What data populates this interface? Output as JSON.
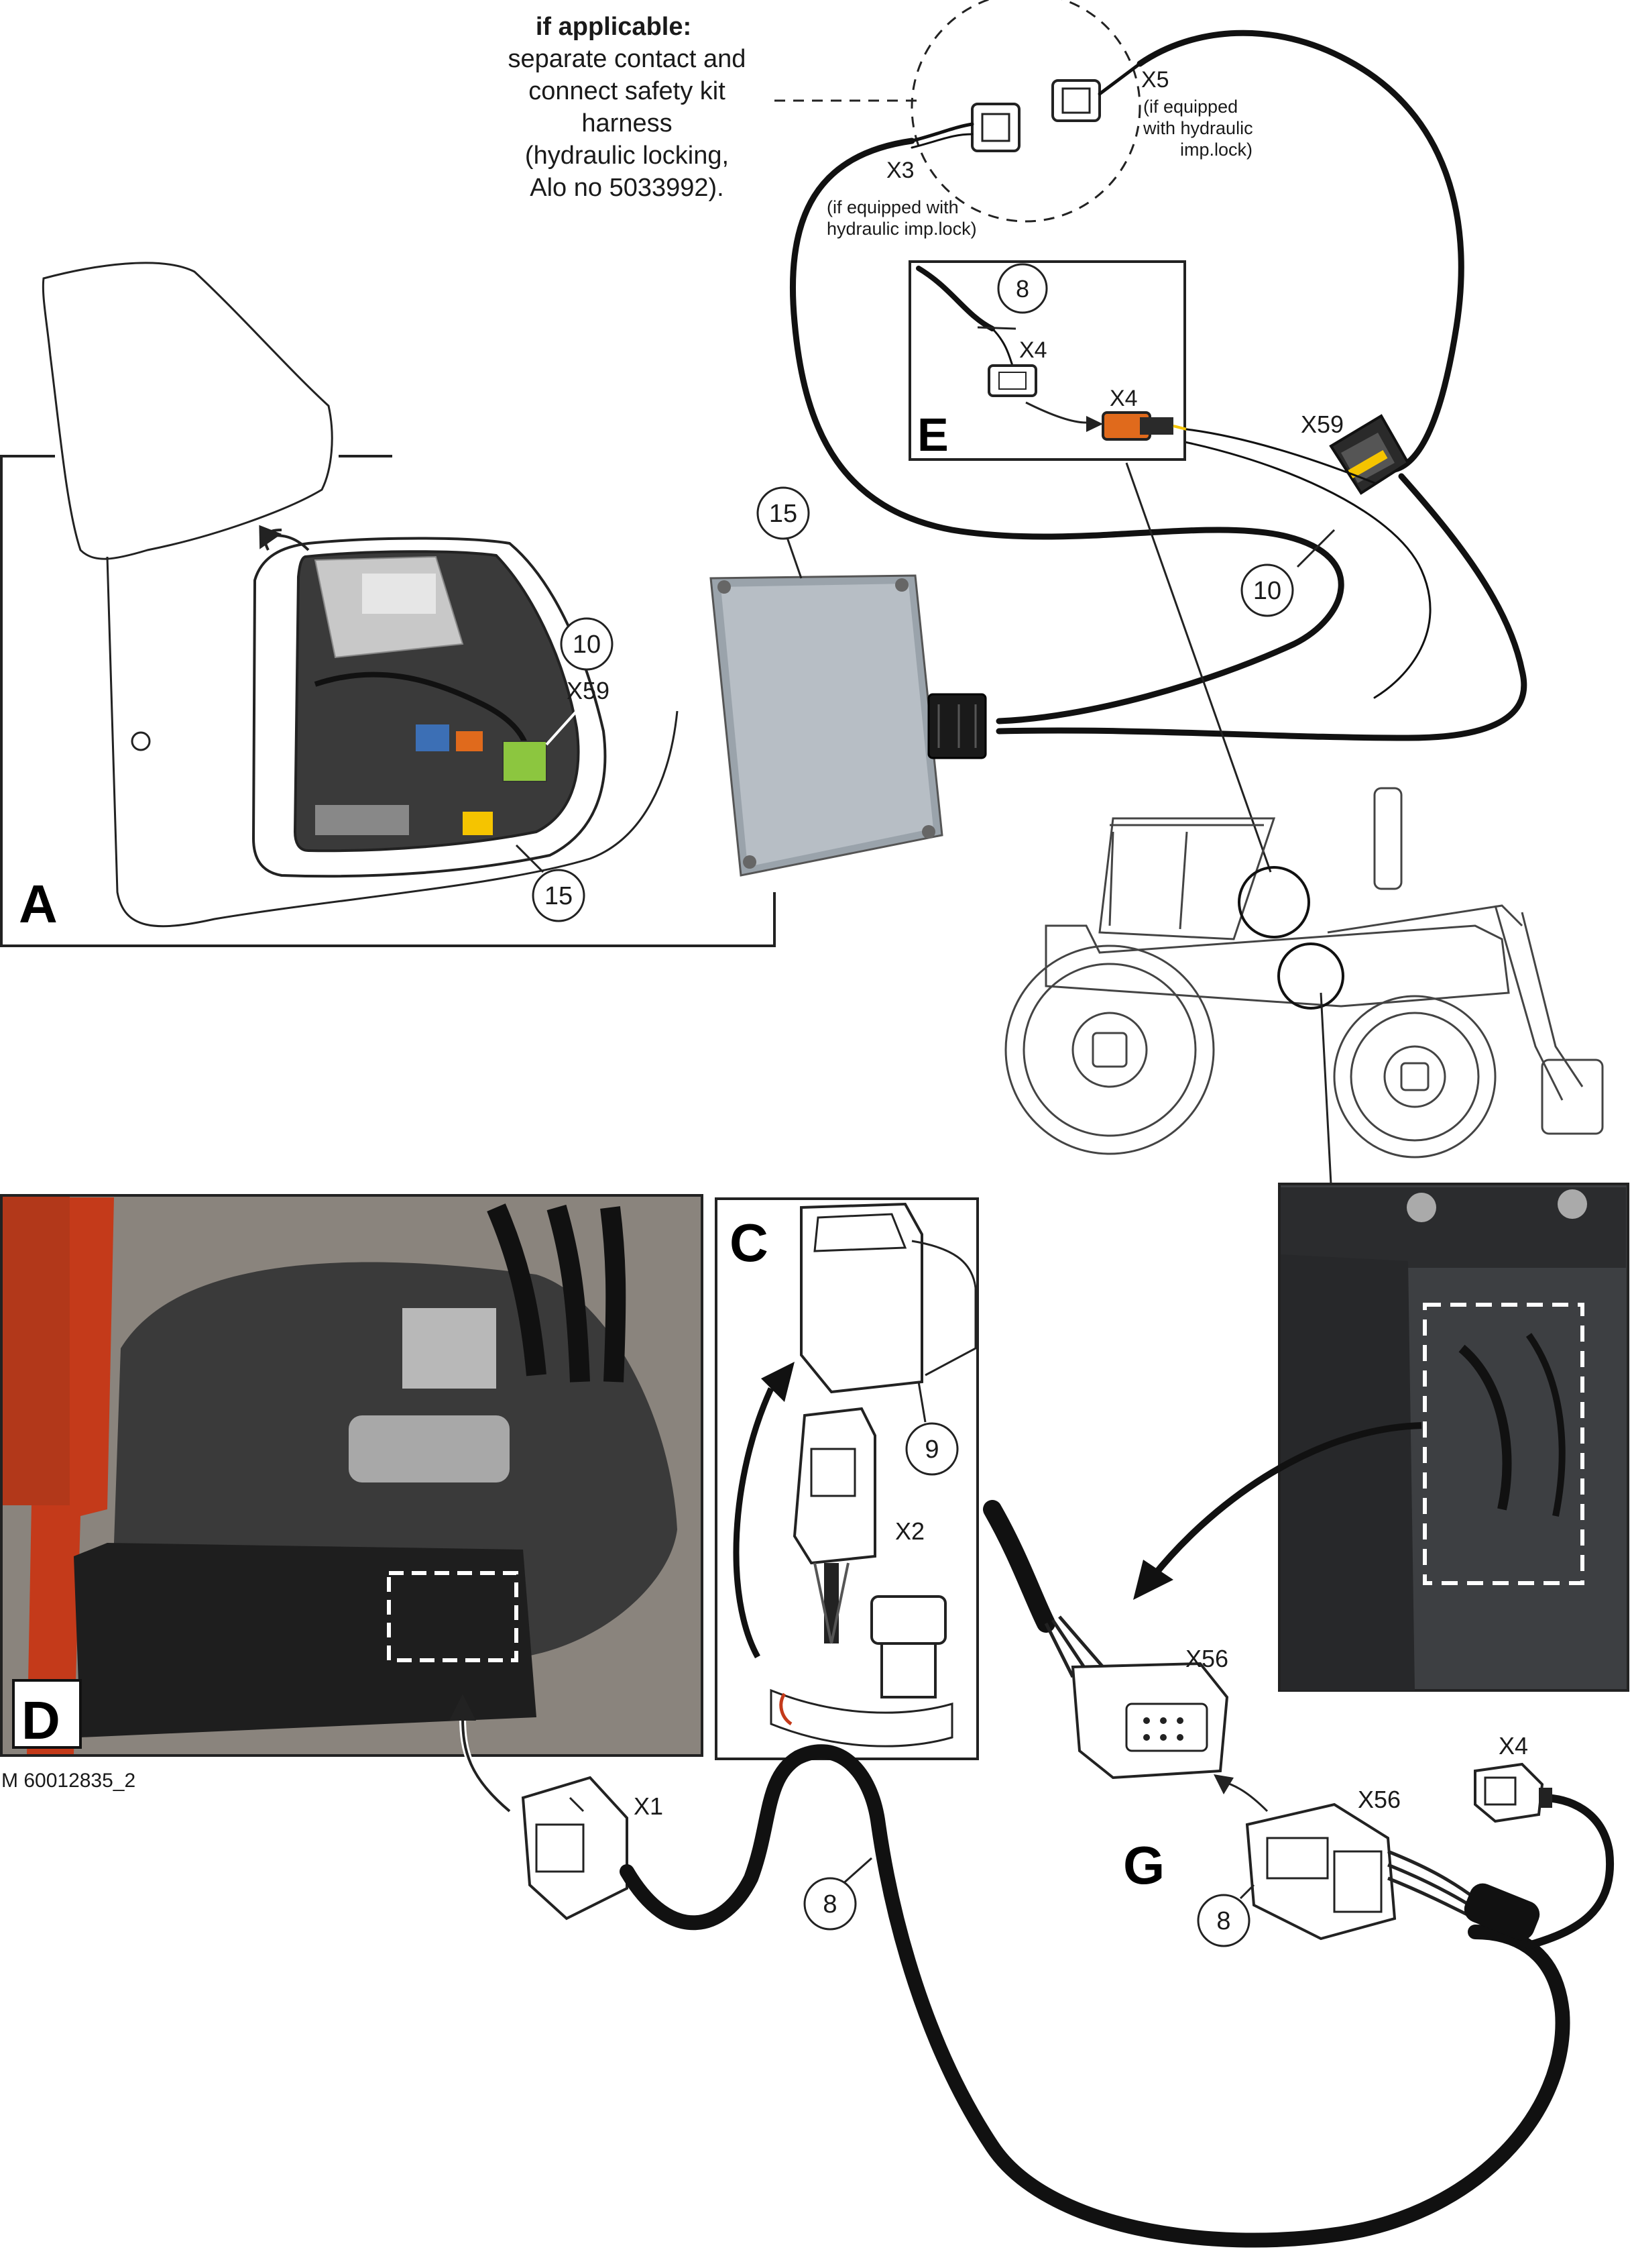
{
  "note": {
    "heading": "if applicable:",
    "lines": [
      "separate contact and",
      "connect safety kit",
      "harness",
      "(hydraulic locking,",
      "Alo no 5033992)."
    ]
  },
  "connectors": {
    "x3": "X3",
    "x3_note": "(if equipped with",
    "x3_note2": "hydraulic imp.lock)",
    "x5": "X5",
    "x5_note1": "(if equipped",
    "x5_note2": "with hydraulic",
    "x5_note3": "imp.lock)",
    "x4_top": "X4",
    "x4_mid": "X4",
    "x59_main": "X59",
    "x59_a": "X59",
    "x1": "X1",
    "x2": "X2",
    "x56_top": "X56",
    "x56_bottom": "X56",
    "x4_bottom": "X4"
  },
  "panels": {
    "a": "A",
    "c": "C",
    "d": "D",
    "e": "E",
    "g": "G"
  },
  "callouts": {
    "c8_e": "8",
    "c15_top": "15",
    "c10_right": "10",
    "c10_a": "10",
    "c15_a": "15",
    "c9": "9",
    "c8_cable": "8",
    "c8_g": "8"
  },
  "doc_id": "M 60012835_2",
  "colors": {
    "line": "#111111",
    "orange": "#e06a1c",
    "yellow": "#f5c400",
    "photo_dark": "#2a2a2a",
    "red_loader": "#c43a1a"
  }
}
